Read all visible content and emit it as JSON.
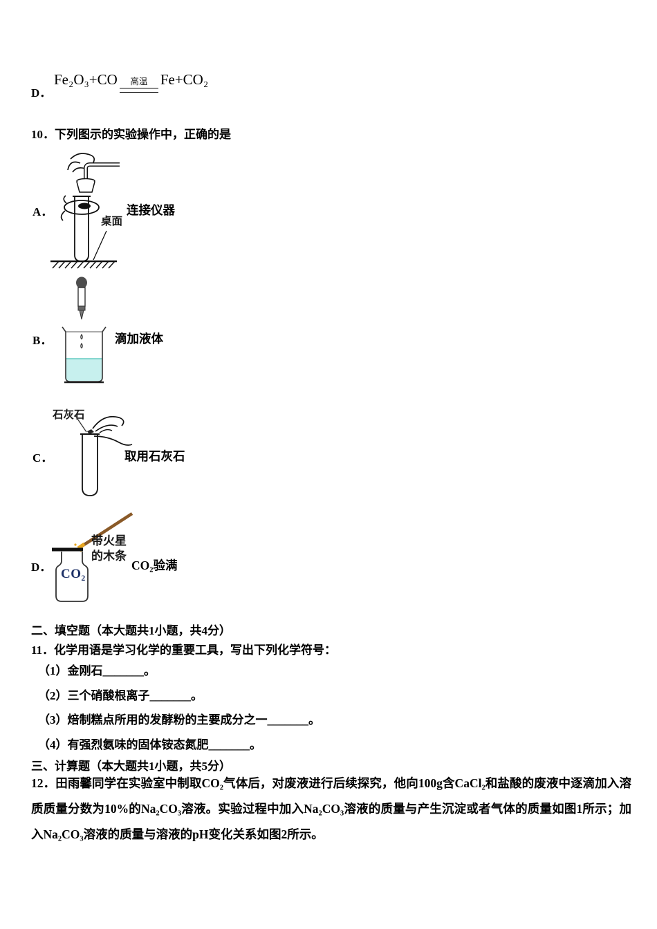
{
  "colors": {
    "liquid": "#c7f0ee",
    "liquid_edge": "#86d6cf",
    "splint": "#8a5a28",
    "ember": "#e8a61f",
    "co2_label": "#1c2f66"
  },
  "equation_option": {
    "label": "D．",
    "lhs": "Fe₂O₃+CO",
    "condition": "高温",
    "rhs": "Fe+CO₂"
  },
  "q10": {
    "stem": "10．下列图示的实验操作中，正确的是",
    "option_a": {
      "label": "A．",
      "caption": "连接仪器",
      "annotation": "桌面"
    },
    "option_b": {
      "label": "B．",
      "caption": "滴加液体"
    },
    "option_c": {
      "label": "C．",
      "caption": "取用石灰石",
      "annotation": "石灰石"
    },
    "option_d": {
      "label": "D．",
      "caption": "CO₂验满",
      "annotation_line1": "带火星",
      "annotation_line2": "的木条",
      "bottle_label": "CO₂"
    }
  },
  "section_fill": {
    "heading": "二、填空题（本大题共1小题，共4分）",
    "q11_stem": "11．化学用语是学习化学的重要工具，写出下列化学符号：",
    "items": [
      "（1）金刚石_______。",
      "（2）三个硝酸根离子_______。",
      "（3）焙制糕点所用的发酵粉的主要成分之一_______。",
      "（4）有强烈氨味的固体铵态氮肥_______。"
    ]
  },
  "section_calc": {
    "heading": "三、计算题（本大题共1小题，共5分）",
    "q12_stem": "12．田雨馨同学在实验室中制取CO₂气体后，对废液进行后续探究，他向100g含CaCl₂和盐酸的废液中逐滴加入溶质质量分数为10%的Na₂CO₃溶液。实验过程中加入Na₂CO₃溶液的质量与产生沉淀或者气体的质量如图1所示；加入Na₂CO₃溶液的质量与溶液的pH变化关系如图2所示。"
  }
}
